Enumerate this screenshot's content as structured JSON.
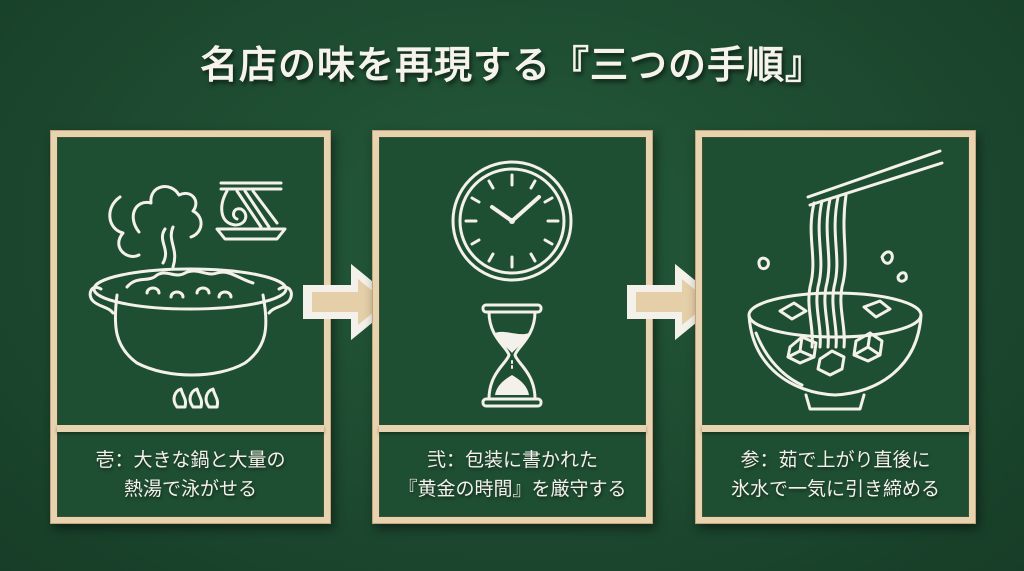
{
  "title": "名店の味を再現する『三つの手順』",
  "colors": {
    "background": "#1f4f33",
    "frame": "#e8d3b0",
    "chalk": "#f4f1ea"
  },
  "steps": [
    {
      "number": "壱",
      "icons": [
        "boiling-pot-icon",
        "noodles-on-plate-icon"
      ],
      "caption_line1": "壱：大きな鍋と大量の",
      "caption_line2": "熱湯で泳がせる"
    },
    {
      "number": "弐",
      "icons": [
        "clock-icon",
        "hourglass-icon"
      ],
      "caption_line1": "弐：包装に書かれた",
      "caption_line2": "『黄金の時間』を厳守する"
    },
    {
      "number": "参",
      "icons": [
        "noodle-bowl-ice-water-icon",
        "chopsticks-icon"
      ],
      "caption_line1": "参：茹で上がり直後に",
      "caption_line2": "氷水で一気に引き締める"
    }
  ],
  "arrows": [
    "arrow-right-icon",
    "arrow-right-icon"
  ]
}
